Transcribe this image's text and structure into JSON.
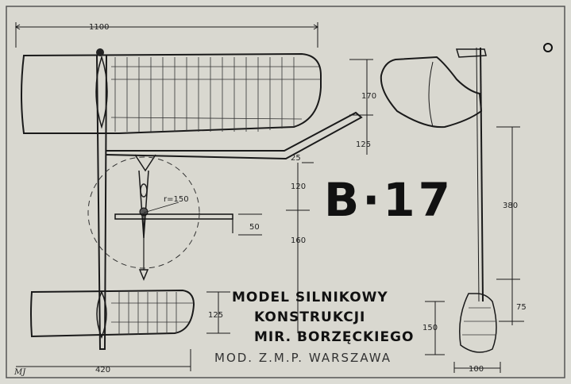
{
  "title_code": "B·17",
  "caption": {
    "line1": "MODEL SILNIKOWY",
    "line2": "KONSTRUKCJI",
    "line3": "MIR. BORZĘCKIEGO",
    "line4": "MOD. Z.M.P. WARSZAWA"
  },
  "signature": "MJ",
  "dimensions": {
    "wing_span": "1100",
    "stab_span": "420",
    "wing_chord": "170",
    "d125_top": "125",
    "d25": "25",
    "d120": "120",
    "d160": "160",
    "d50": "50",
    "d125_bottom": "125",
    "fin_height": "380",
    "d75": "75",
    "d150": "150",
    "d100": "100",
    "prop_radius": "r=150"
  }
}
